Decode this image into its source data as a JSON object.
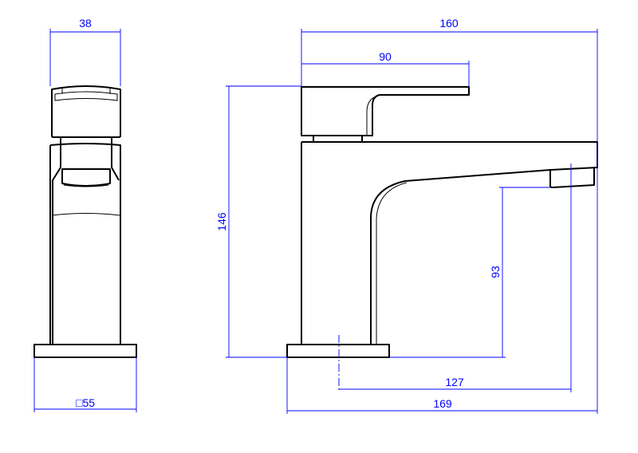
{
  "title": "Faucet dimension drawing",
  "colors": {
    "outline": "#000000",
    "dimension": "#0000ff"
  },
  "front_view": {
    "width_label": "38",
    "base_label": "□55"
  },
  "side_view": {
    "overall_length_label": "160",
    "handle_length_label": "90",
    "height_label": "146",
    "spout_height_label": "93",
    "spout_reach_label": "127",
    "base_to_spout_label": "169"
  }
}
